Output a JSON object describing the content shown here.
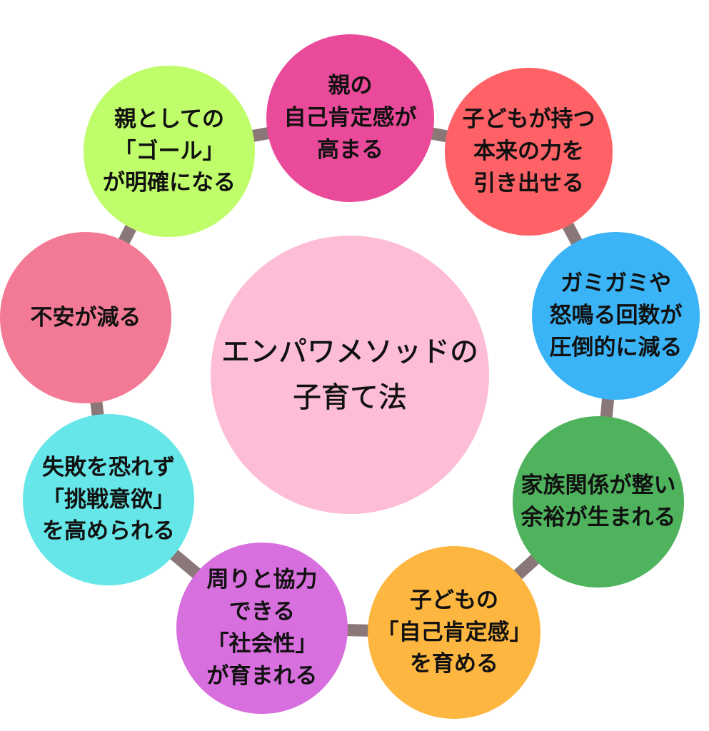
{
  "center": {
    "label": "エンパワメソッドの\n子育て法",
    "color": "#FDBDD6"
  },
  "nodes": [
    {
      "id": "parent-self-esteem",
      "label": "親の\n自己肯定感が\n高まる",
      "color": "#EA4A9A"
    },
    {
      "id": "child-power",
      "label": "子どもが持つ\n本来の力を\n引き出せる",
      "color": "#FF6266"
    },
    {
      "id": "less-yelling",
      "label": "ガミガミや\n怒鳴る回数が\n圧倒的に減る",
      "color": "#3AB4F6"
    },
    {
      "id": "family-relations",
      "label": "家族関係が整い\n余裕が生まれる",
      "color": "#4FB35E"
    },
    {
      "id": "child-self-esteem",
      "label": "子どもの\n「自己肯定感」\nを育める",
      "color": "#FDB63F"
    },
    {
      "id": "sociality",
      "label": "周りと協力\nできる\n「社会性」\nが育まれる",
      "color": "#D86FDE"
    },
    {
      "id": "challenge",
      "label": "失敗を恐れず\n「挑戦意欲」\nを高められる",
      "color": "#66E6E8"
    },
    {
      "id": "less-anxiety",
      "label": "不安が減る",
      "color": "#F27A95"
    },
    {
      "id": "parent-goal",
      "label": "親としての\n「ゴール」\nが明確になる",
      "color": "#BFFD6A"
    }
  ],
  "connector_color": "#8A7878"
}
